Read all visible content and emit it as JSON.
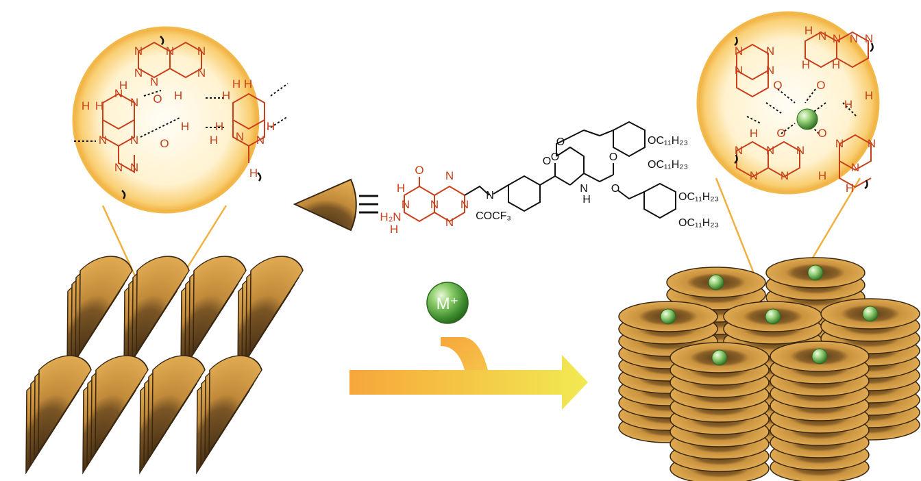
{
  "colors": {
    "wedge_light": "#d9a24a",
    "wedge_dark": "#7a5525",
    "wedge_edge": "#3a2812",
    "molecule_red": "#c8401a",
    "bond_black": "#111111",
    "lens_edge": "#f2b84a",
    "lens_center": "#fffbef",
    "arrow_start": "#f7a63a",
    "arrow_end": "#f1ea52",
    "metal_ion": "#4a9c3a",
    "connector": "#f0b040"
  },
  "icons": {
    "left_assembly": "stacked-wedge-ribbons",
    "right_assembly": "stacked-disk-columns",
    "building_block": "wedge-icon",
    "equivalence": "triple-bar-symbol",
    "ion": "metal-ion-sphere"
  },
  "ion": {
    "label": "M⁺"
  },
  "left_lens": {
    "atoms": [
      "N",
      "N",
      "N",
      "N",
      "N",
      "N",
      "N",
      "N",
      "N",
      "N",
      "N",
      "N",
      "O",
      "O",
      "H",
      "H",
      "H",
      "H",
      "H",
      "H",
      "H",
      "H",
      "H",
      "H",
      "N",
      "N",
      "H",
      "H"
    ]
  },
  "right_lens": {
    "atoms": [
      "H",
      "N",
      "N",
      "N",
      "N",
      "H",
      "H",
      "O",
      "O",
      "O",
      "O",
      "N",
      "N",
      "N",
      "N",
      "H",
      "H",
      "N",
      "N",
      "N",
      "N",
      "N",
      "N",
      "N",
      "N",
      "H",
      "H",
      "H"
    ]
  },
  "molecule": {
    "pterin_atoms": [
      "O",
      "H",
      "N",
      "N",
      "N",
      "N",
      "H₂N",
      "H",
      "N"
    ],
    "linker_atoms": [
      "N",
      "COCF₃",
      "O",
      "N",
      "H"
    ],
    "ester_atoms": [
      "O",
      "O",
      "O",
      "O"
    ],
    "tails": [
      "OC₁₁H₂₃",
      "OC₁₁H₂₃",
      "OC₁₁H₂₃",
      "OC₁₁H₂₃"
    ]
  }
}
